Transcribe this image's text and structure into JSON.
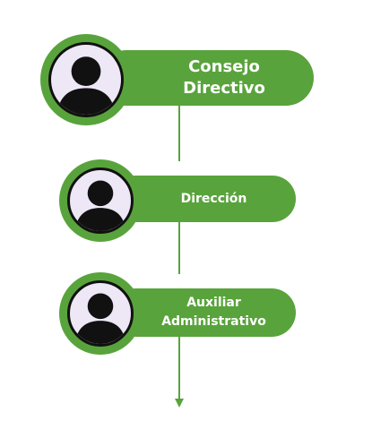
{
  "colors": {
    "accent_green": "#59a33c",
    "avatar_background": "#ede7f6",
    "avatar_silhouette": "#111111"
  },
  "nodes": [
    {
      "label": "Consejo\nDirectivo",
      "icon": "person-avatar-icon"
    },
    {
      "label": "Dirección",
      "icon": "person-avatar-icon"
    },
    {
      "label": "Auxiliar\nAdministrativo",
      "icon": "person-avatar-icon"
    }
  ]
}
